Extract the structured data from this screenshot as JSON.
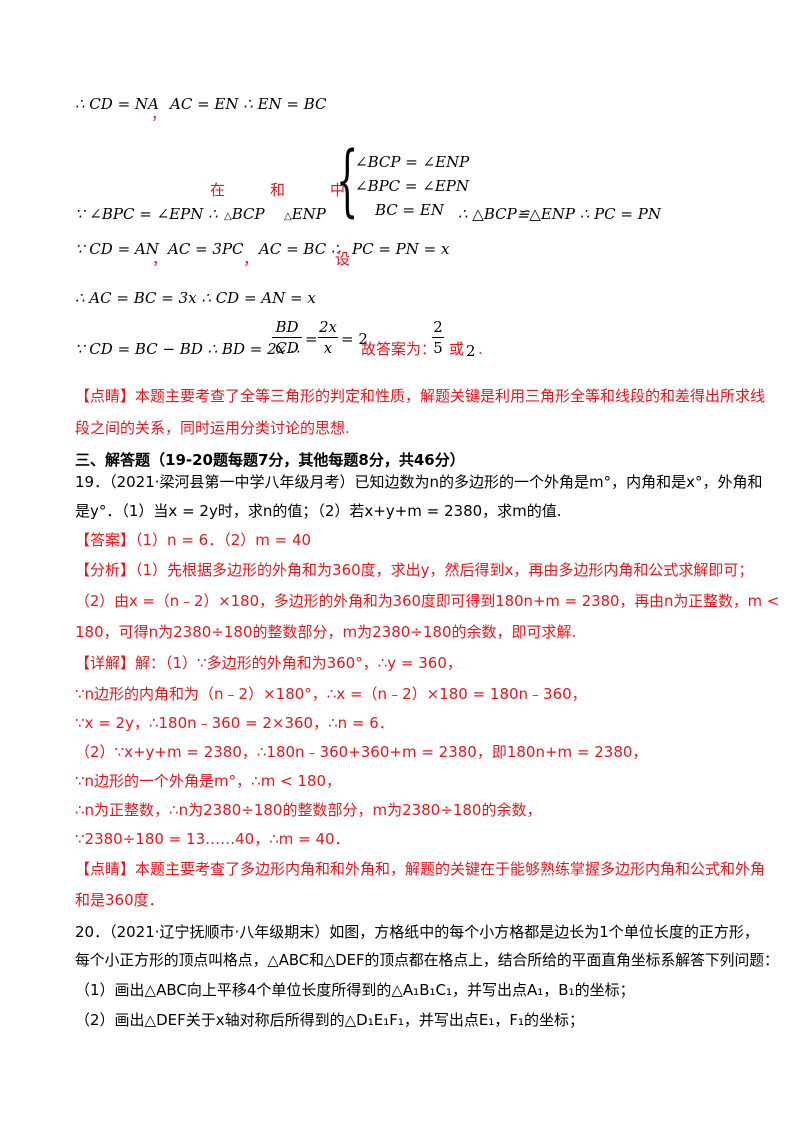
{
  "solution_top": {
    "l1a": "∴ CD = NA",
    "l1b": "，",
    "l1c": "AC = EN ∴ EN = BC",
    "sys1": "∠BCP = ∠ENP",
    "sys2": "∠BPC = ∠EPN",
    "sys3": "BC = EN",
    "zai": "在",
    "he": "和",
    "zhong": "中",
    "l2a": "∵ ∠BPC = ∠EPN ∴",
    "l2b": "BCP",
    "l2c": "ENP",
    "l2d": "∴ △BCP≌△ENP ∴ PC = PN",
    "l3a": "∵ CD = AN",
    "l3b": "，",
    "l3c": "AC = 3PC",
    "l3d": "，",
    "l3e": "AC = BC ∴",
    "l3f": "设",
    "l3g": "PC = PN = x",
    "l4": "∴ AC = BC = 3x ∴ CD = AN = x",
    "l5a": "∵ CD = BC − BD ∴ BD = 2x ∴",
    "frac1_num": "BD",
    "frac1_den": "CD",
    "eq1": "=",
    "frac2_num": "2x",
    "frac2_den": "x",
    "eq2": "= 2",
    "ans_label": "故答案为：",
    "frac3_num": "2",
    "frac3_den": "5",
    "or": "或",
    "two": "2",
    "period": "."
  },
  "comment1_line1": "【点睛】本题主要考查了全等三角形的判定和性质，解题关键是利用三角形全等和线段的和差得出所求线",
  "comment1_line2": "段之间的关系，同时运用分类讨论的思想.",
  "section_header": "三、解答题（19-20题每题7分，其他每题8分，共46分）",
  "q19": {
    "line1": "19．（2021·梁河县第一中学八年级月考）已知边数为n的多边形的一个外角是m°，内角和是x°，外角和",
    "line2": "是y°．（1）当x = 2y时，求n的值；（2）若x+y+m = 2380，求m的值.",
    "answer": "【答案】（1）n = 6．（2）m = 40",
    "analysis1": "【分析】（1）先根据多边形的外角和为360度，求出y，然后得到x，再由多边形内角和公式求解即可；",
    "analysis2": "（2）由x =（n﹣2）×180，多边形的外角和为360度即可得到180n+m = 2380，再由n为正整数，m <",
    "analysis3": "180，可得n为2380÷180的整数部分，m为2380÷180的余数，即可求解.",
    "detail1": "【详解】解：（1）∵多边形的外角和为360°，∴y = 360，",
    "detail2": "∵n边形的内角和为（n﹣2）×180°，∴x =（n﹣2）×180 = 180n﹣360，",
    "detail3": "∵x = 2y，∴180n﹣360 = 2×360，∴n = 6．",
    "detail4": "（2）∵x+y+m = 2380，∴180n﹣360+360+m = 2380，即180n+m = 2380，",
    "detail5": "∵n边形的一个外角是m°，∴m < 180，",
    "detail6": "∴n为正整数，∴n为2380÷180的整数部分，m为2380÷180的余数，",
    "detail7": "∵2380÷180 = 13……40，∴m = 40．",
    "comment1": "【点睛】本题主要考查了多边形内角和和外角和，解题的关键在于能够熟练掌握多边形内角和公式和外角",
    "comment2": "和是360度．"
  },
  "q20": {
    "line1": "20．（2021·辽宁抚顺市·八年级期末）如图，方格纸中的每个小方格都是边长为1个单位长度的正方形，",
    "line2": "每个小正方形的顶点叫格点，△ABC和△DEF的顶点都在格点上，结合所给的平面直角坐标系解答下列问题：",
    "line3": "（1）画出△ABC向上平移4个单位长度所得到的△A₁B₁C₁，并写出点A₁，B₁的坐标；",
    "line4": "（2）画出△DEF关于x轴对称后所得到的△D₁E₁F₁，并写出点E₁，F₁的坐标；"
  }
}
